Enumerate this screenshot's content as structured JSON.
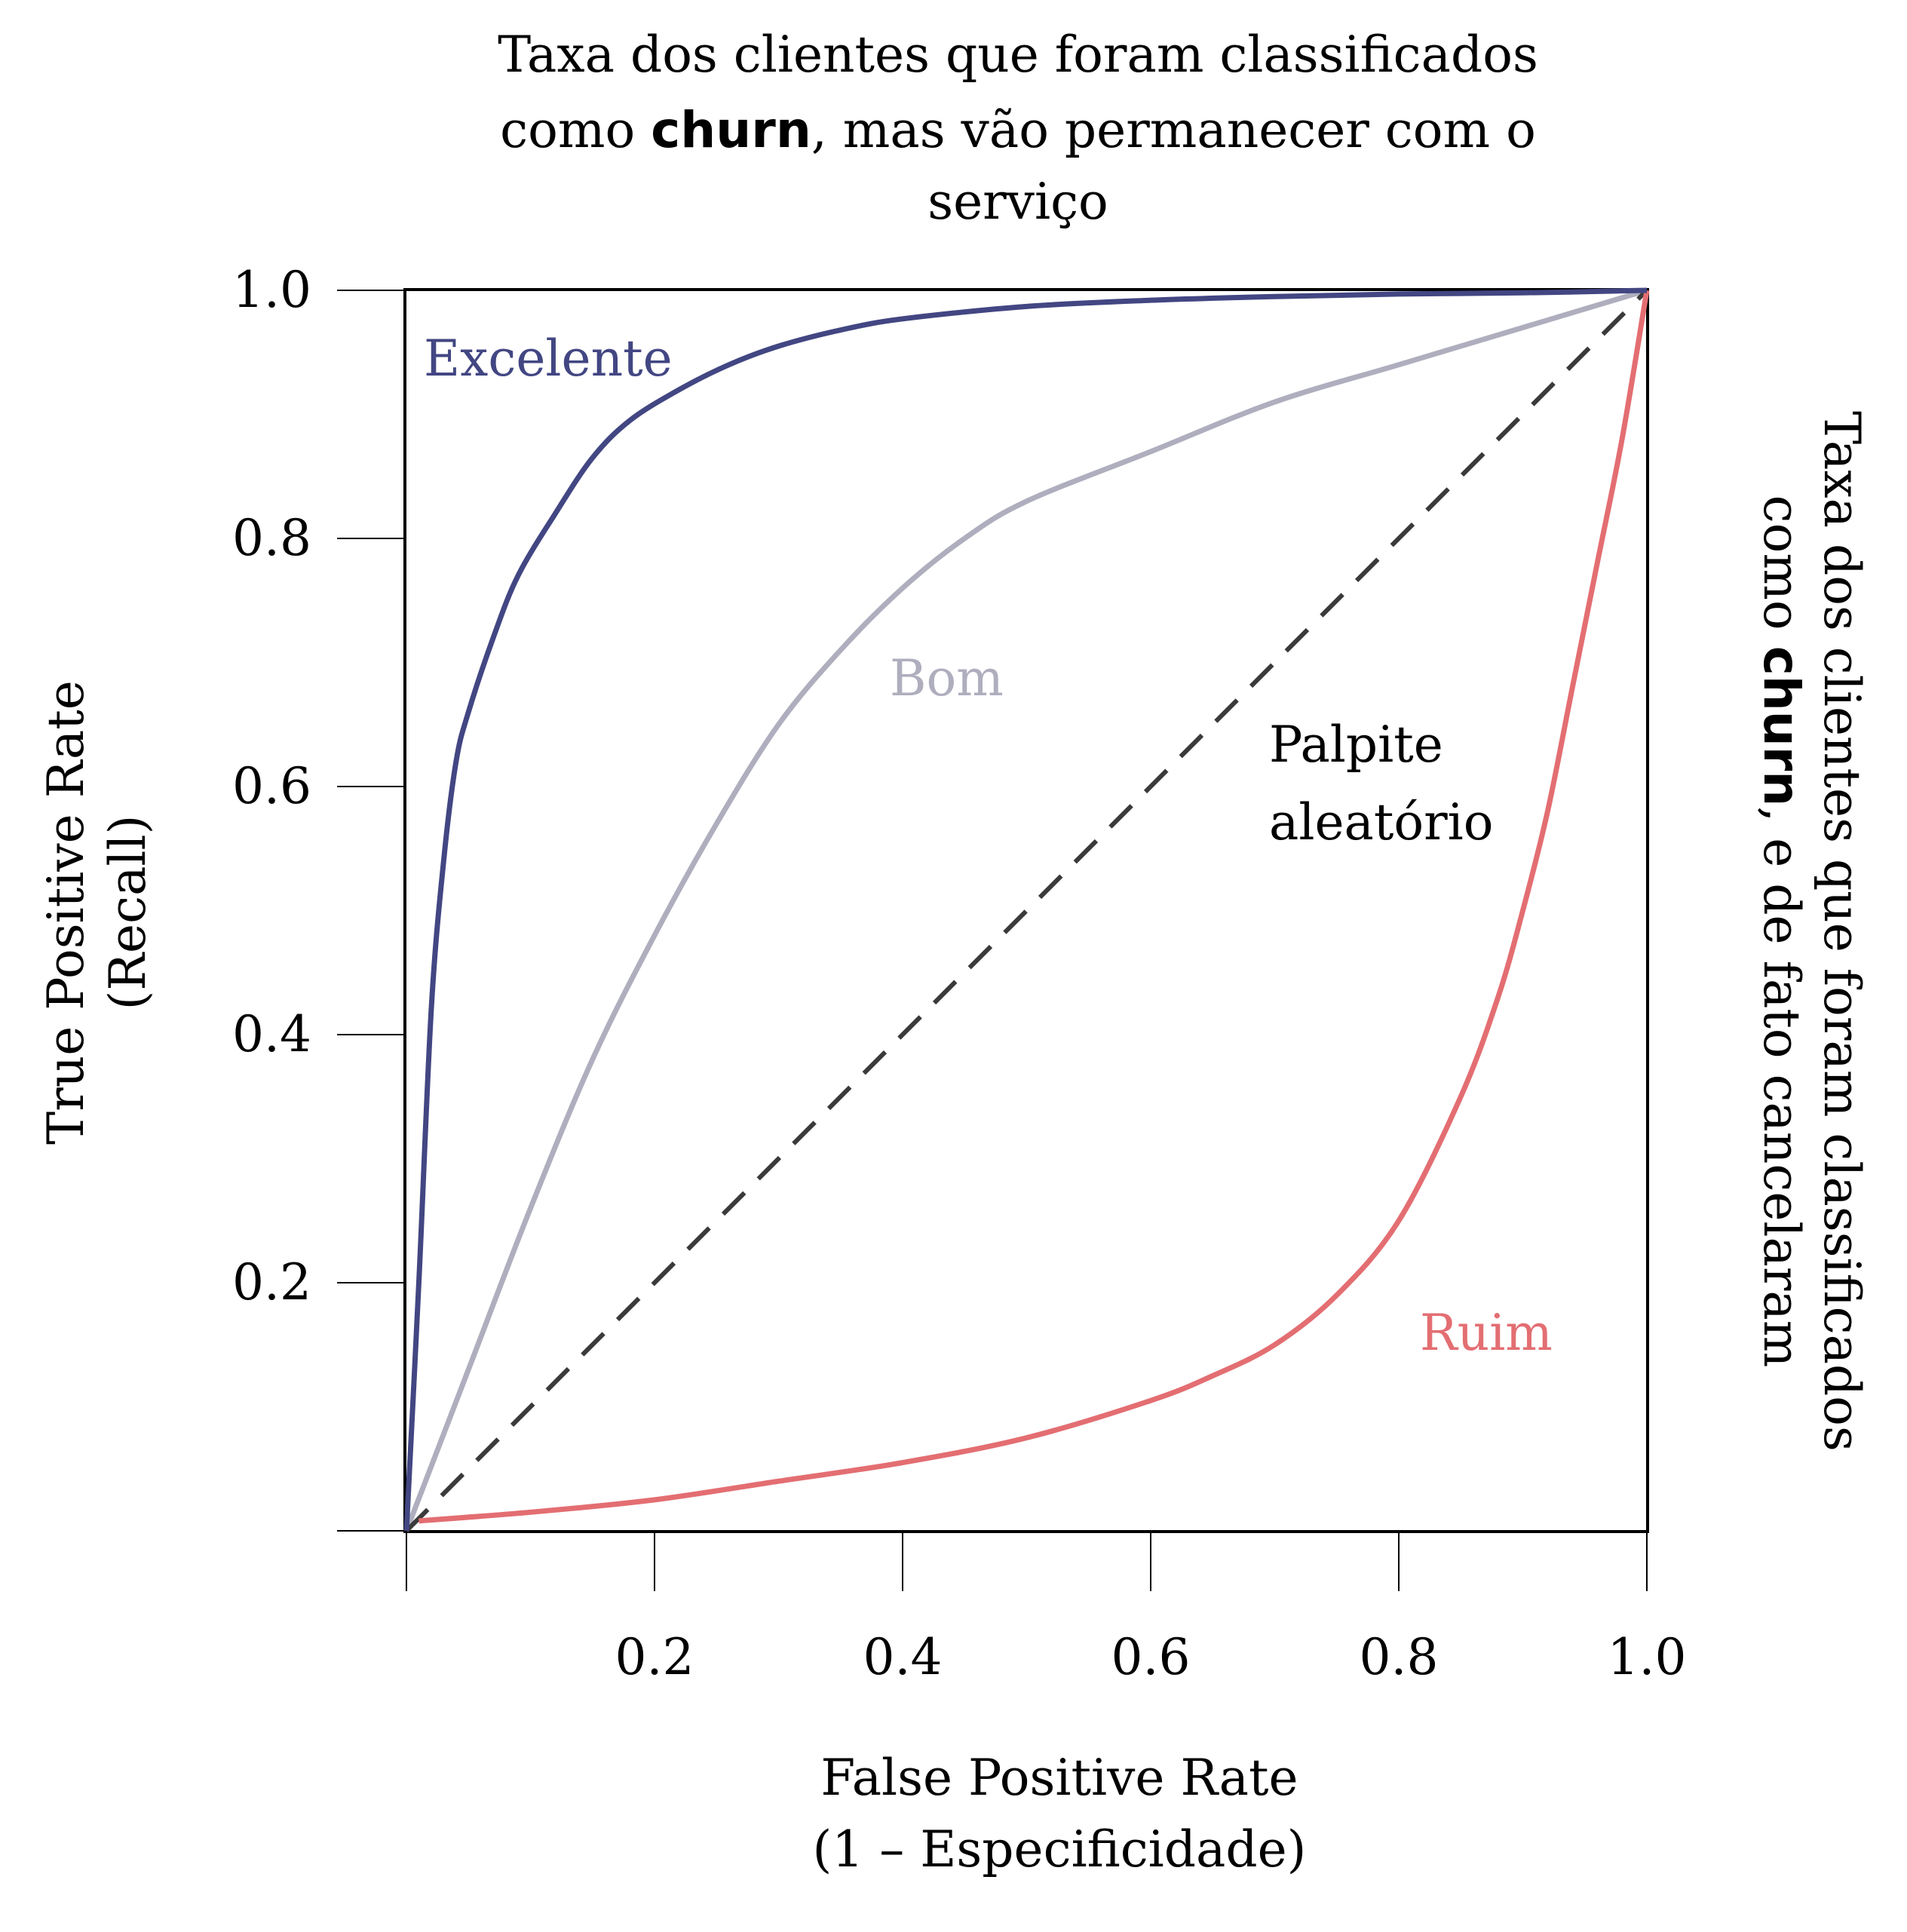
{
  "chart_data": {
    "type": "line",
    "top_annotation": {
      "line1": "Taxa dos clientes que foram classificados",
      "line2_pre": "como ",
      "line2_bold": "churn",
      "line2_post": ", mas vão permanecer com o",
      "line3": "serviço"
    },
    "right_annotation": {
      "line1": "Taxa dos clientes que foram classificados",
      "line2_pre": "como ",
      "line2_bold": "churn",
      "line2_post": ", e de fato cancelaram"
    },
    "ylabel": {
      "line1": "True Positive Rate",
      "line2": "(Recall)"
    },
    "xlabel": {
      "line1": "False Positive Rate",
      "line2": "(1 – Especificidade)"
    },
    "xlim": [
      0,
      1
    ],
    "ylim": [
      0,
      1
    ],
    "x_ticks": [
      0.0,
      0.2,
      0.4,
      0.6,
      0.8,
      1.0
    ],
    "x_tick_labels": [
      "",
      "0.2",
      "0.4",
      "0.6",
      "0.8",
      "1.0"
    ],
    "y_ticks": [
      0.0,
      0.2,
      0.4,
      0.6,
      0.8,
      1.0
    ],
    "y_tick_labels": [
      "",
      "0.2",
      "0.4",
      "0.6",
      "0.8",
      "1.0"
    ],
    "grid": false,
    "series": [
      {
        "name": "Excelente",
        "color": "#424682",
        "style": "solid",
        "x": [
          0.0,
          0.01,
          0.02,
          0.03,
          0.04,
          0.05,
          0.07,
          0.09,
          0.12,
          0.15,
          0.18,
          0.22,
          0.26,
          0.3,
          0.35,
          0.4,
          0.5,
          0.6,
          0.7,
          0.8,
          0.9,
          1.0
        ],
        "y": [
          0.0,
          0.2,
          0.42,
          0.54,
          0.62,
          0.66,
          0.72,
          0.77,
          0.82,
          0.865,
          0.895,
          0.92,
          0.94,
          0.955,
          0.968,
          0.977,
          0.987,
          0.992,
          0.995,
          0.997,
          0.998,
          1.0
        ]
      },
      {
        "name": "Bom",
        "color": "#aeaebe",
        "style": "solid",
        "x": [
          0.0,
          0.05,
          0.1,
          0.15,
          0.2,
          0.25,
          0.3,
          0.35,
          0.4,
          0.45,
          0.5,
          0.6,
          0.7,
          0.8,
          0.9,
          1.0
        ],
        "y": [
          0.0,
          0.13,
          0.26,
          0.38,
          0.48,
          0.57,
          0.65,
          0.71,
          0.76,
          0.8,
          0.83,
          0.87,
          0.91,
          0.94,
          0.97,
          1.0
        ]
      },
      {
        "name": "Palpite aleatório",
        "color": "#3a3a3a",
        "style": "dashed",
        "x": [
          0.0,
          1.0
        ],
        "y": [
          0.0,
          1.0
        ]
      },
      {
        "name": "Ruim",
        "color": "#e36e72",
        "style": "solid",
        "x": [
          0.01,
          0.1,
          0.2,
          0.3,
          0.4,
          0.5,
          0.6,
          0.65,
          0.7,
          0.75,
          0.8,
          0.85,
          0.88,
          0.9,
          0.92,
          0.94,
          0.96,
          0.98,
          1.0
        ],
        "y": [
          0.008,
          0.015,
          0.025,
          0.04,
          0.055,
          0.075,
          0.105,
          0.125,
          0.15,
          0.19,
          0.25,
          0.35,
          0.43,
          0.5,
          0.58,
          0.68,
          0.78,
          0.88,
          1.0
        ]
      }
    ],
    "labels": {
      "excelente": "Excelente",
      "bom": "Bom",
      "palpite_line1": "Palpite",
      "palpite_line2": "aleatório",
      "ruim": "Ruim"
    }
  }
}
